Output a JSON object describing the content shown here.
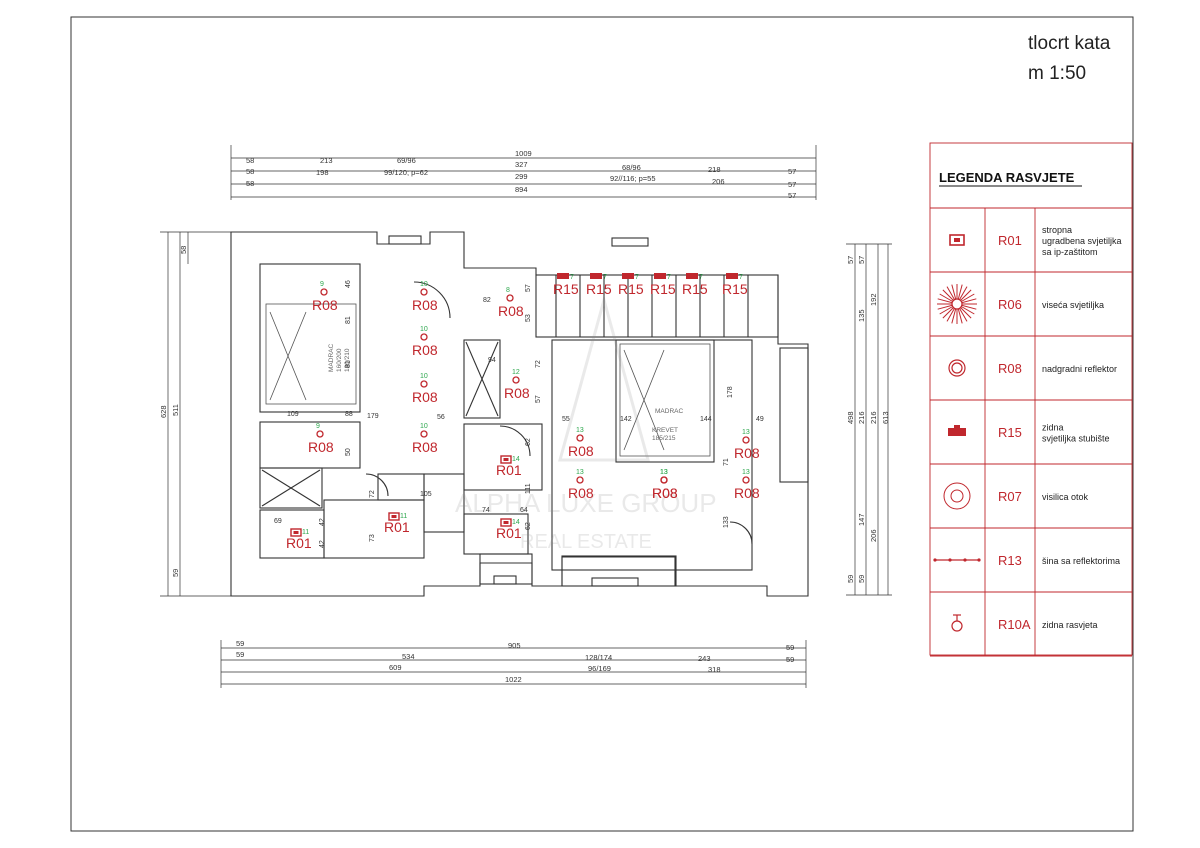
{
  "drawing": {
    "title": "tlocrt kata",
    "scale": "m 1:50"
  },
  "dimensions": {
    "top": [
      "1009",
      "58",
      "213",
      "69/96",
      "327",
      "68/96",
      "218",
      "57",
      "58",
      "198",
      "99/120; p=62",
      "299",
      "92//116; p=55",
      "206",
      "57",
      "58",
      "894",
      "57"
    ],
    "bottom": [
      "59",
      "905",
      "59",
      "59",
      "534",
      "128/174",
      "243",
      "59",
      "609",
      "96/169",
      "318",
      "1022"
    ],
    "left": [
      "58",
      "628",
      "511",
      "59"
    ],
    "right": [
      "57",
      "57",
      "135",
      "192",
      "498",
      "216",
      "216",
      "613",
      "147",
      "206",
      "59",
      "59"
    ],
    "interior": [
      "46",
      "81",
      "81",
      "109",
      "88",
      "179",
      "56",
      "50",
      "82",
      "57",
      "53",
      "94",
      "72",
      "57",
      "55",
      "142",
      "144",
      "178",
      "49",
      "71",
      "62",
      "111",
      "72",
      "105",
      "74",
      "64",
      "69",
      "42",
      "42",
      "73",
      "62",
      "133"
    ]
  },
  "room_labels": {
    "mattress_1": "MADRAC",
    "mattress_1_size": "160/200",
    "mattress_1_size2": "180/210",
    "mattress_2": "MADRAC",
    "bed_2": "KREVET",
    "bed_2_size": "185/215"
  },
  "fixtures": [
    {
      "code": "R08",
      "num": "9"
    },
    {
      "code": "R08",
      "num": "10"
    },
    {
      "code": "R08",
      "num": "8"
    },
    {
      "code": "R08",
      "num": "10"
    },
    {
      "code": "R08",
      "num": "10"
    },
    {
      "code": "R08",
      "num": "12"
    },
    {
      "code": "R08",
      "num": "9"
    },
    {
      "code": "R08",
      "num": "10"
    },
    {
      "code": "R08",
      "num": "13"
    },
    {
      "code": "R08",
      "num": "13"
    },
    {
      "code": "R08",
      "num": "13"
    },
    {
      "code": "R08",
      "num": "13"
    },
    {
      "code": "R08",
      "num": "13"
    },
    {
      "code": "R08",
      "num": "13"
    },
    {
      "code": "R15",
      "num": "7"
    },
    {
      "code": "R15",
      "num": "7"
    },
    {
      "code": "R15",
      "num": "7"
    },
    {
      "code": "R15",
      "num": "7"
    },
    {
      "code": "R15",
      "num": "7"
    },
    {
      "code": "R15",
      "num": "7"
    },
    {
      "code": "R01",
      "num": "14"
    },
    {
      "code": "R01",
      "num": "11"
    },
    {
      "code": "R01",
      "num": "14"
    },
    {
      "code": "R01",
      "num": "11"
    }
  ],
  "watermark": {
    "line1": "ALPHA LUXE GROUP",
    "line2": "REAL ESTATE"
  },
  "legend": {
    "title": "LEGENDA RASVJETE",
    "items": [
      {
        "code": "R01",
        "lines": [
          "stropna",
          "ugradbena svjetiljka",
          "sa ip-zaštitom"
        ],
        "icon": "recessed-ceiling-light-icon"
      },
      {
        "code": "R06",
        "lines": [
          "viseća svjetiljka"
        ],
        "icon": "pendant-chandelier-icon"
      },
      {
        "code": "R08",
        "lines": [
          "nadgradni reflektor"
        ],
        "icon": "surface-spotlight-icon"
      },
      {
        "code": "R15",
        "lines": [
          "zidna",
          "svjetiljka stubište"
        ],
        "icon": "stair-wall-light-icon"
      },
      {
        "code": "R07",
        "lines": [
          "visilica otok"
        ],
        "icon": "island-pendant-icon"
      },
      {
        "code": "R13",
        "lines": [
          "šina sa reflektorima"
        ],
        "icon": "track-spotlights-icon"
      },
      {
        "code": "R10A",
        "lines": [
          "zidna rasvjeta"
        ],
        "icon": "wall-light-icon"
      }
    ]
  },
  "colors": {
    "accent_red": "#c0272d",
    "legend_border": "#c0272d",
    "fixture_number": "#2fa84f",
    "line": "#222222"
  }
}
